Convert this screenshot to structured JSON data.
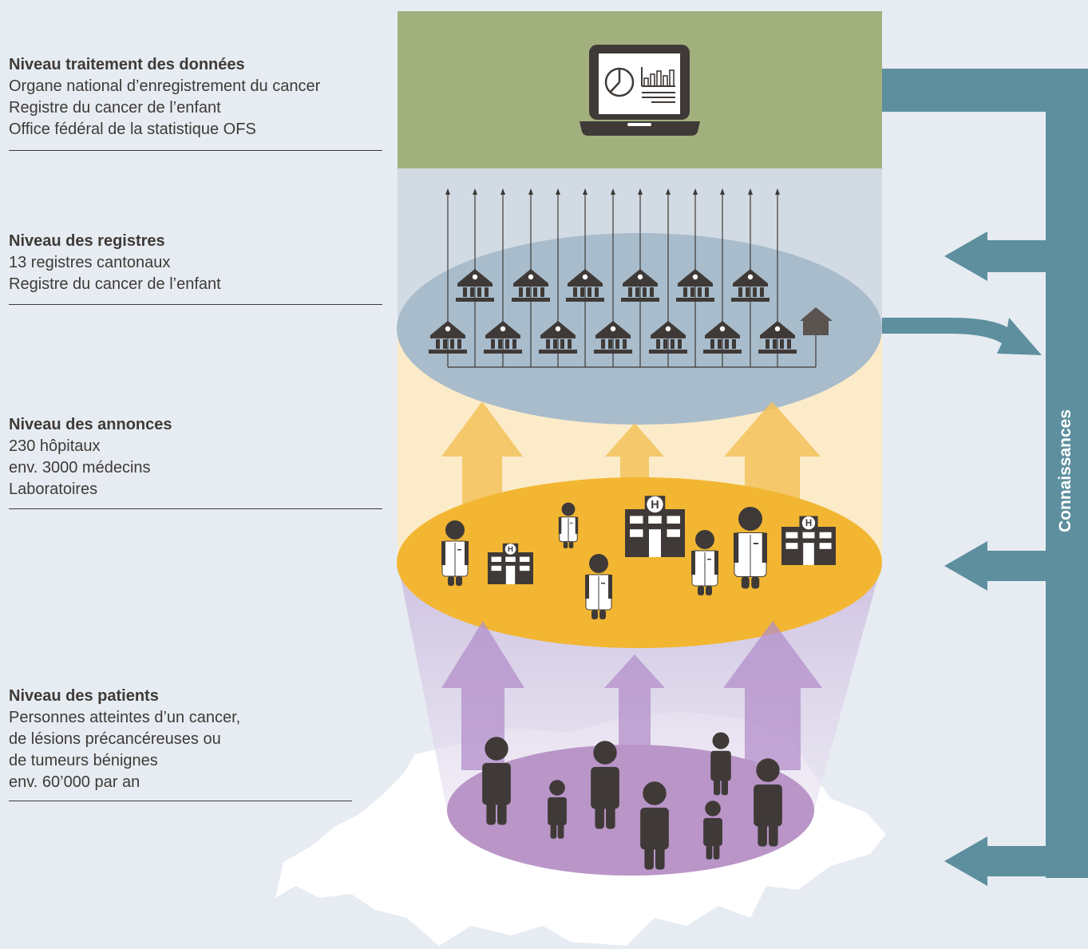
{
  "levels": [
    {
      "title": "Niveau traitement des données",
      "lines": [
        "Organe national d’enregistrement du cancer",
        "Registre du cancer de l’enfant",
        "Office fédéral de la statistique OFS"
      ]
    },
    {
      "title": "Niveau des registres",
      "lines": [
        "13 registres cantonaux",
        "Registre du cancer de l’enfant"
      ]
    },
    {
      "title": "Niveau des annonces",
      "lines": [
        "230 hôpitaux",
        "env. 3000 médecins",
        "Laboratoires"
      ]
    },
    {
      "title": "Niveau des patients",
      "lines": [
        "Personnes atteintes d’un cancer,",
        "de lésions précancéreuses ou",
        "de tumeurs bénignes",
        "env. 60’000 par an"
      ]
    }
  ],
  "feedback_label": "Connaissances",
  "hospital_letter": "H",
  "colors": {
    "background": "#e6ecf2",
    "processing": "#a1b07d",
    "registry": "#a8bccb",
    "reporting": "#f2b632",
    "patients": "#b995c8",
    "feedback": "#5d8f9e",
    "icon": "#3f3a37"
  }
}
